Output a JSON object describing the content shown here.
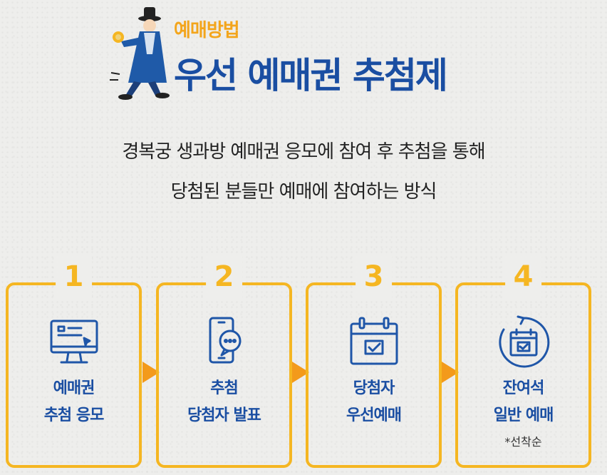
{
  "header": {
    "eyebrow": "예매방법",
    "title": "우선 예매권 추첨제"
  },
  "description": {
    "line1": "경복궁 생과방 예매권 응모에 참여 후 추첨을 통해",
    "line2": "당첨된 분들만 예매에 참여하는 방식"
  },
  "steps": [
    {
      "number": "1",
      "line1": "예매권",
      "line2": "추첨 응모",
      "icon": "computer-icon"
    },
    {
      "number": "2",
      "line1": "추첨",
      "line2": "당첨자 발표",
      "icon": "phone-chat-icon"
    },
    {
      "number": "3",
      "line1": "당첨자",
      "line2": "우선예매",
      "icon": "calendar-check-icon"
    },
    {
      "number": "4",
      "line1": "잔여석",
      "line2": "일반 예매",
      "note": "*선착순",
      "icon": "calendar-refresh-icon"
    }
  ],
  "colors": {
    "accent_yellow": "#f5b622",
    "arrow_orange": "#f39a1b",
    "brand_blue": "#1a4ea2",
    "icon_blue": "#1f56a8"
  }
}
